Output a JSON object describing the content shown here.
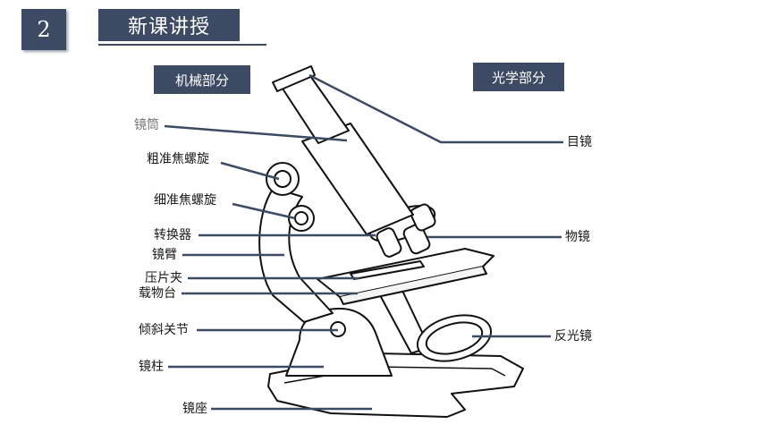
{
  "header": {
    "section_number": "2",
    "title": "新课讲授"
  },
  "categories": {
    "mechanical": "机械部分",
    "optical": "光学部分"
  },
  "left_labels": {
    "tube": "镜筒",
    "coarse": "粗准焦螺旋",
    "fine": "细准焦螺旋",
    "nosepiece": "转换器",
    "arm": "镜臂",
    "clip": "压片夹",
    "stage": "载物台",
    "joint": "倾斜关节",
    "pillar": "镜柱",
    "base": "镜座"
  },
  "right_labels": {
    "eyepiece": "目镜",
    "objective": "物镜",
    "mirror": "反光镜"
  }
}
